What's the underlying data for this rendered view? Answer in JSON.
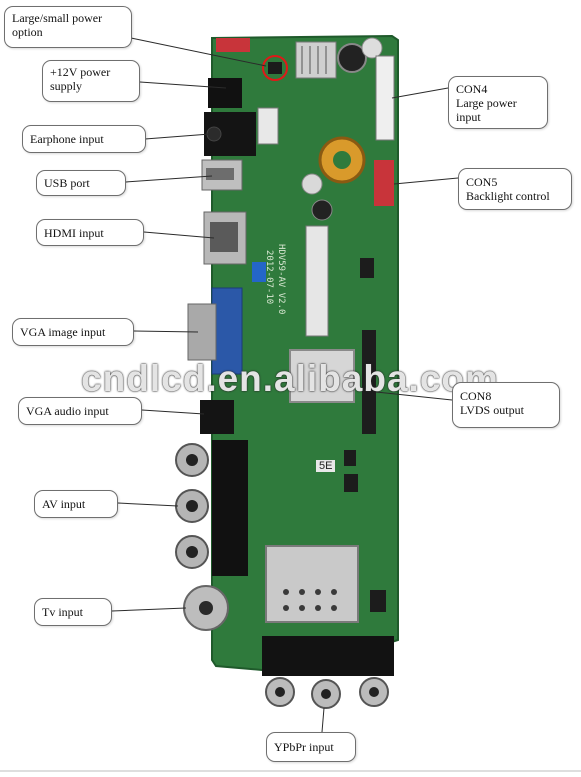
{
  "labels": {
    "power_option": [
      "Large/small power",
      "option"
    ],
    "supply_12v": [
      "+12V   power",
      "supply"
    ],
    "earphone": [
      "Earphone input"
    ],
    "usb": [
      "USB port"
    ],
    "hdmi": [
      "HDMI input"
    ],
    "vga_image": [
      "VGA image input"
    ],
    "vga_audio": [
      "VGA audio input"
    ],
    "av": [
      "AV input"
    ],
    "tv": [
      "Tv input"
    ],
    "con4": [
      "CON4",
      "Large  power",
      "input"
    ],
    "con5": [
      "CON5",
      "Backlight control"
    ],
    "con8": [
      "CON8",
      "LVDS  output"
    ],
    "ypbpr": [
      "YPbPr input"
    ]
  },
  "board_text": {
    "silk_model": "HDV59-AV V2.0",
    "silk_date": "2012-07-10",
    "chip_mark": "5E"
  },
  "watermark": "cndlcd.en.alibaba.com",
  "colors": {
    "pcb": "#2f7a3c",
    "pcb_dark": "#1f5a2b",
    "callout_border": "#6f6f6f",
    "leader": "#2b2b2b",
    "red_ring": "#e01818",
    "vga_blue": "#2b58a8"
  }
}
